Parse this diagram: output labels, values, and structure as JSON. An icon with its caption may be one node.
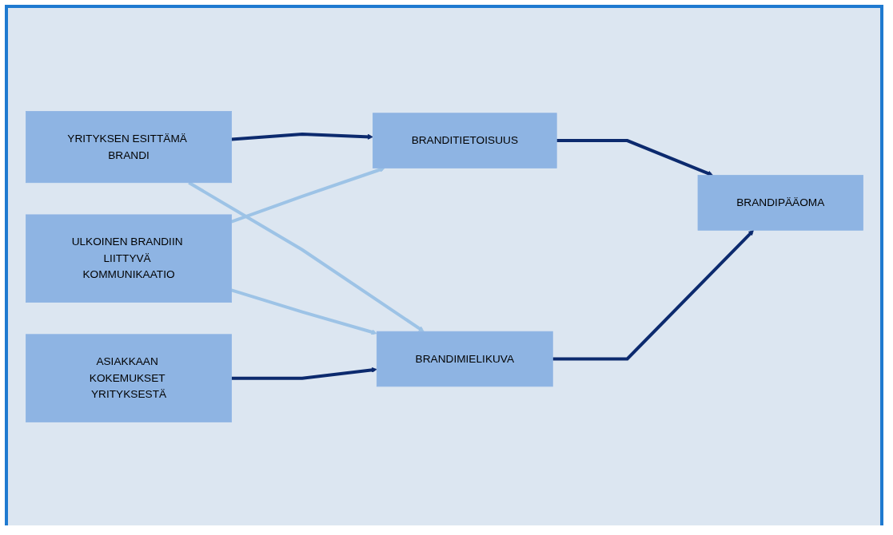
{
  "diagram": {
    "nodes": [
      {
        "text": [
          "YRITYKSEN ESITTÄMÄ BRANDI"
        ]
      },
      {
        "text": [
          "BRANDITIETOISUUS"
        ]
      },
      {
        "text": [
          "ULKOINEN BRANDIIN LIITTYVÄ KOMMUNIKAATIO"
        ]
      },
      {
        "text": [
          "BRANDIPÄÄOMA"
        ]
      },
      {
        "text": [
          "ASIAKKAAN KOKEMUKSET YRITYKSESTÄ"
        ]
      },
      {
        "text": [
          "BRANDIMIELIKUVA"
        ]
      }
    ],
    "edges": [
      {
        "from": 0,
        "to": 1,
        "arrow": "to"
      },
      {
        "from": 0,
        "to": 5,
        "arrow": "to",
        "color": "#9dc3e6"
      },
      {
        "from": 2,
        "to": 1,
        "arrow": "to",
        "color": "#9dc3e6"
      },
      {
        "from": 2,
        "to": 5,
        "arrow": "to",
        "color": "#9dc3e6"
      },
      {
        "from": 1,
        "to": 3,
        "arrow": "to"
      },
      {
        "from": 5,
        "to": 3,
        "arrow": "to"
      },
      {
        "from": 4,
        "to": 5,
        "arrow": "to"
      }
    ]
  }
}
